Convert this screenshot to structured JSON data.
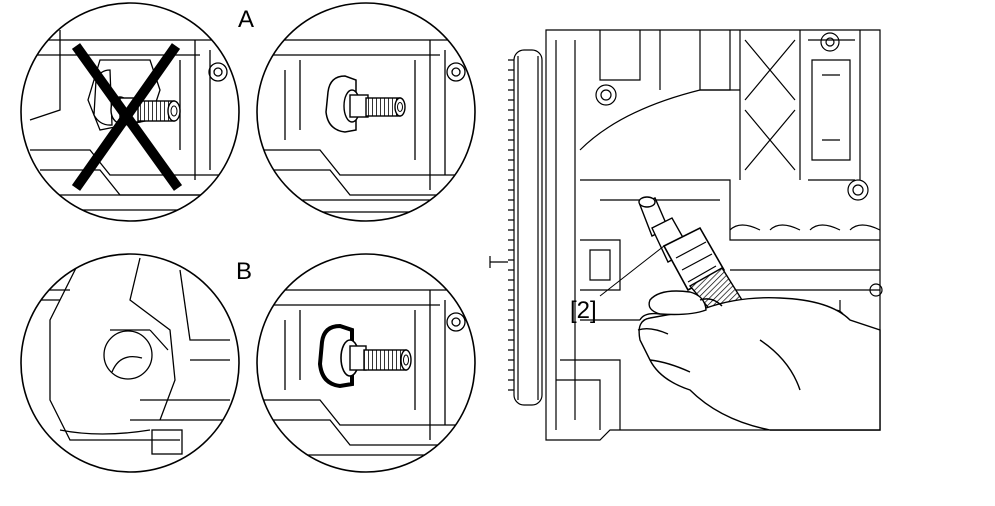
{
  "labels": {
    "step_a": "A",
    "step_b": "B",
    "callout": "[2]"
  },
  "icons": {
    "incorrect_mark": "x-mark-icon"
  },
  "colors": {
    "ink": "#000000",
    "paper": "#ffffff",
    "shade": "#7a7a7a"
  }
}
